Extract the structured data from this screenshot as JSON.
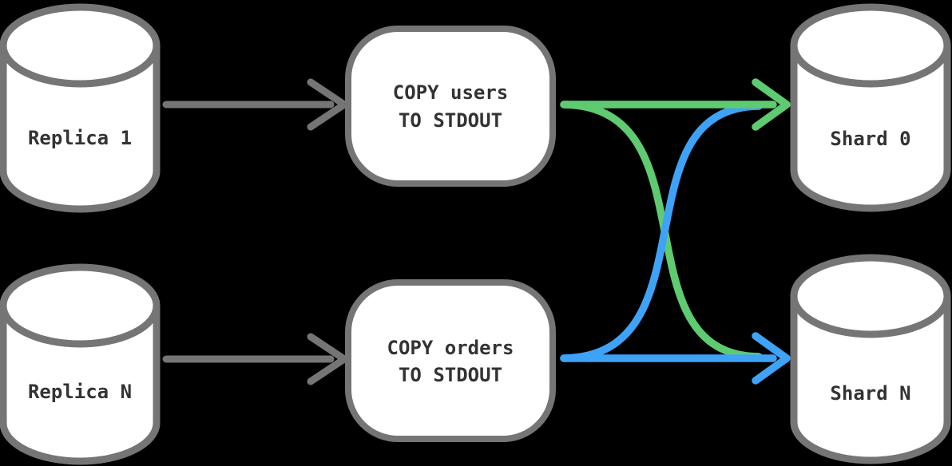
{
  "diagram": {
    "type": "data-flow-diagram",
    "background": "#000000",
    "colors": {
      "node_border": "#757575",
      "node_fill": "#ffffff",
      "label_text": "#333333",
      "gray_arrow": "#757575",
      "green_arrow": "#5ECB71",
      "blue_arrow": "#3EA3F7"
    },
    "nodes": {
      "replica_1": {
        "type": "database-cylinder",
        "label": "Replica 1"
      },
      "replica_n": {
        "type": "database-cylinder",
        "label": "Replica N"
      },
      "copy_users": {
        "type": "process",
        "line1": "COPY users",
        "line2": "TO STDOUT"
      },
      "copy_orders": {
        "type": "process",
        "line1": "COPY orders",
        "line2": "TO STDOUT"
      },
      "shard_0": {
        "type": "database-cylinder",
        "label": "Shard 0"
      },
      "shard_n": {
        "type": "database-cylinder",
        "label": "Shard N"
      }
    },
    "edges": [
      {
        "from": "Replica 1",
        "to": "COPY users TO STDOUT",
        "color": "gray",
        "style": "straight"
      },
      {
        "from": "Replica N",
        "to": "COPY orders TO STDOUT",
        "color": "gray",
        "style": "straight"
      },
      {
        "from": "COPY users TO STDOUT",
        "to": "Shard 0",
        "color": "green",
        "style": "straight"
      },
      {
        "from": "COPY users TO STDOUT",
        "to": "Shard N",
        "color": "green",
        "style": "curved-cross"
      },
      {
        "from": "COPY orders TO STDOUT",
        "to": "Shard 0",
        "color": "blue",
        "style": "curved-cross"
      },
      {
        "from": "COPY orders TO STDOUT",
        "to": "Shard N",
        "color": "blue",
        "style": "straight"
      }
    ]
  }
}
